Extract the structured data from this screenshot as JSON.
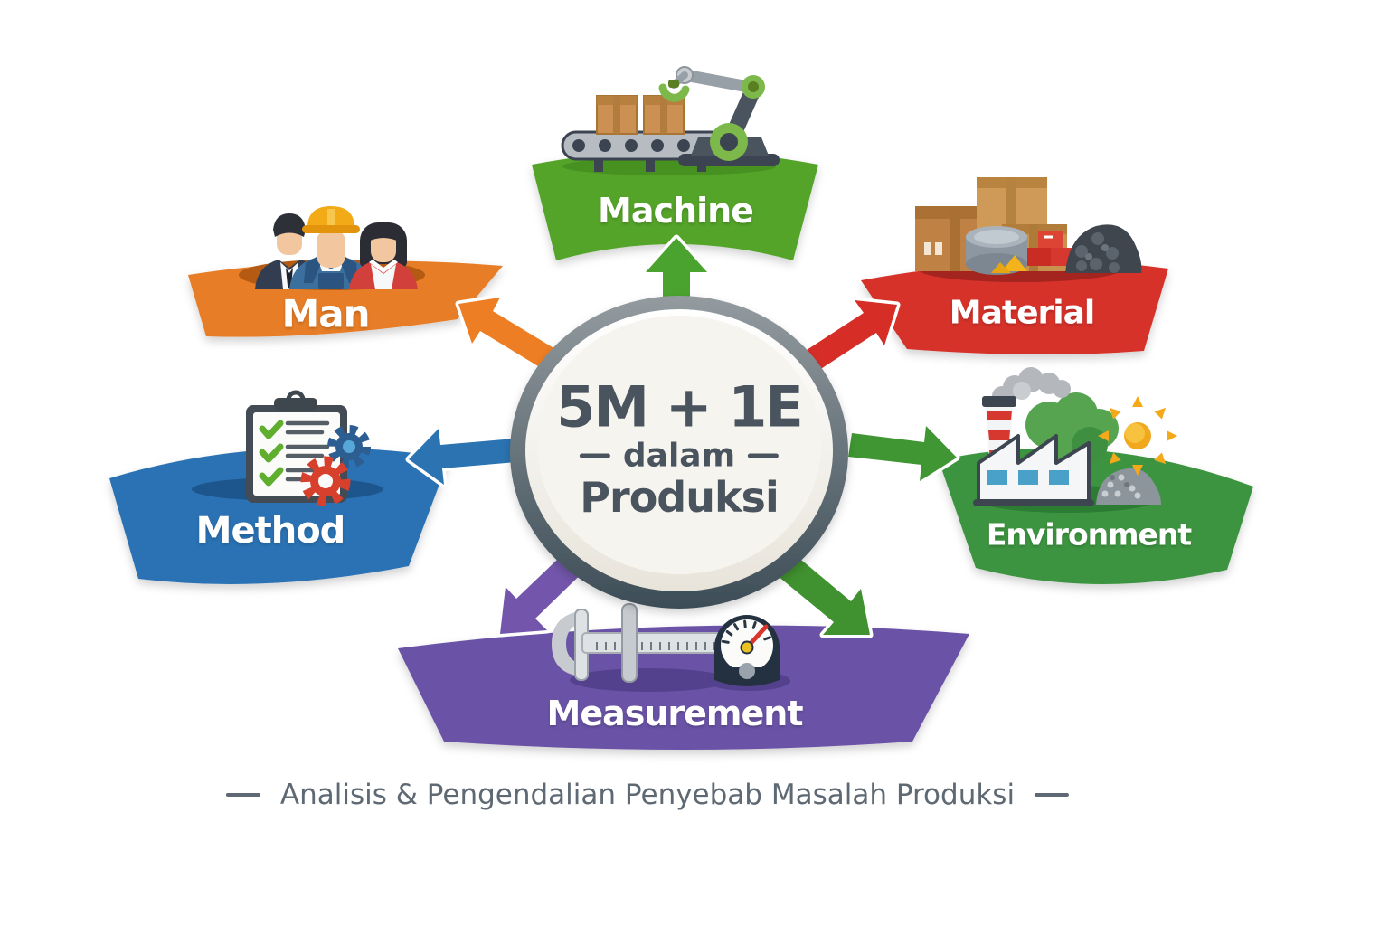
{
  "title": "5M + 1E dalam Produksi",
  "center": {
    "heading": "5M + 1E",
    "middle": "dalam",
    "bottom": "Produksi",
    "text_color": "#49545e"
  },
  "caption": {
    "text": "Analisis & Pengendalian Penyebab Masalah Produksi",
    "color": "#5e6973"
  },
  "categories": [
    {
      "id": "machine",
      "label": "Machine",
      "color": "#55a42c",
      "icon": "robot-arm-conveyor-icon",
      "position": "top-center"
    },
    {
      "id": "man",
      "label": "Man",
      "color": "#e77d27",
      "icon": "three-workers-icon",
      "position": "upper-left"
    },
    {
      "id": "material",
      "label": "Material",
      "color": "#d7302a",
      "icon": "boxes-raw-materials-icon",
      "position": "upper-right"
    },
    {
      "id": "method",
      "label": "Method",
      "color": "#2a72b3",
      "icon": "checklist-gears-icon",
      "position": "middle-left"
    },
    {
      "id": "environment",
      "label": "Environment",
      "color": "#3c9440",
      "icon": "factory-sun-tree-icon",
      "position": "middle-right"
    },
    {
      "id": "measurement",
      "label": "Measurement",
      "color": "#6b53a6",
      "icon": "caliper-gauge-icon",
      "position": "bottom-center"
    }
  ],
  "arrows": {
    "to_machine": "#4ba32f",
    "to_man": "#ee7e24",
    "to_material": "#d62e27",
    "to_method": "#2b73b1",
    "to_environment": "#3f9632",
    "to_measurement_left": "#7356ab",
    "to_measurement_right": "#40912f"
  },
  "hub": {
    "ring_top": "#939b9f",
    "ring_bottom": "#3d4d57",
    "face_top": "#ffffff",
    "face_bottom": "#e8e4da"
  }
}
